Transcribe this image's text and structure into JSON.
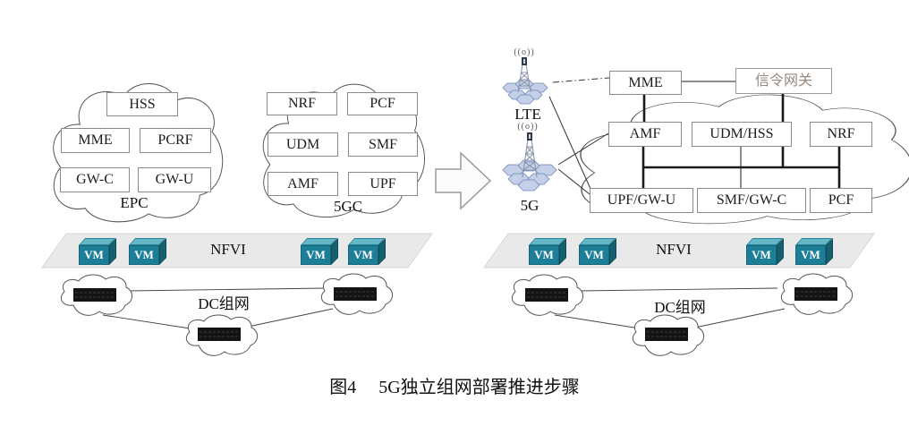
{
  "figure": {
    "caption": "图4　 5G独立组网部署推进步骤"
  },
  "epc": {
    "label": "EPC",
    "hss": "HSS",
    "mme": "MME",
    "pcrf": "PCRF",
    "gwc": "GW-C",
    "gwu": "GW-U"
  },
  "fivegc": {
    "label": "5GC",
    "nrf": "NRF",
    "pcf": "PCF",
    "udm": "UDM",
    "smf": "SMF",
    "amf": "AMF",
    "upf": "UPF"
  },
  "radio": {
    "lte": "LTE",
    "fiveg": "5G",
    "signal": "((o))"
  },
  "target": {
    "mme": "MME",
    "sgw": "信令网关",
    "amf": "AMF",
    "udmhss": "UDM/HSS",
    "nrf": "NRF",
    "upfgwu": "UPF/GW-U",
    "smfgwc": "SMF/GW-C",
    "pcf": "PCF"
  },
  "nfvi": {
    "label": "NFVI",
    "vm": "VM"
  },
  "dc": {
    "label": "DC组网"
  },
  "colors": {
    "vm_front": "#1d7f97",
    "vm_top": "#63b7c6",
    "vm_side": "#14606f",
    "band_gray": "#e9e9e9",
    "box_border": "#8a8a8a",
    "line": "#222222",
    "sgw_text": "#96887f",
    "tower_hex": "#c3d0e8",
    "tower_hex_stroke": "#6f86ba",
    "server_block": "#141414"
  }
}
